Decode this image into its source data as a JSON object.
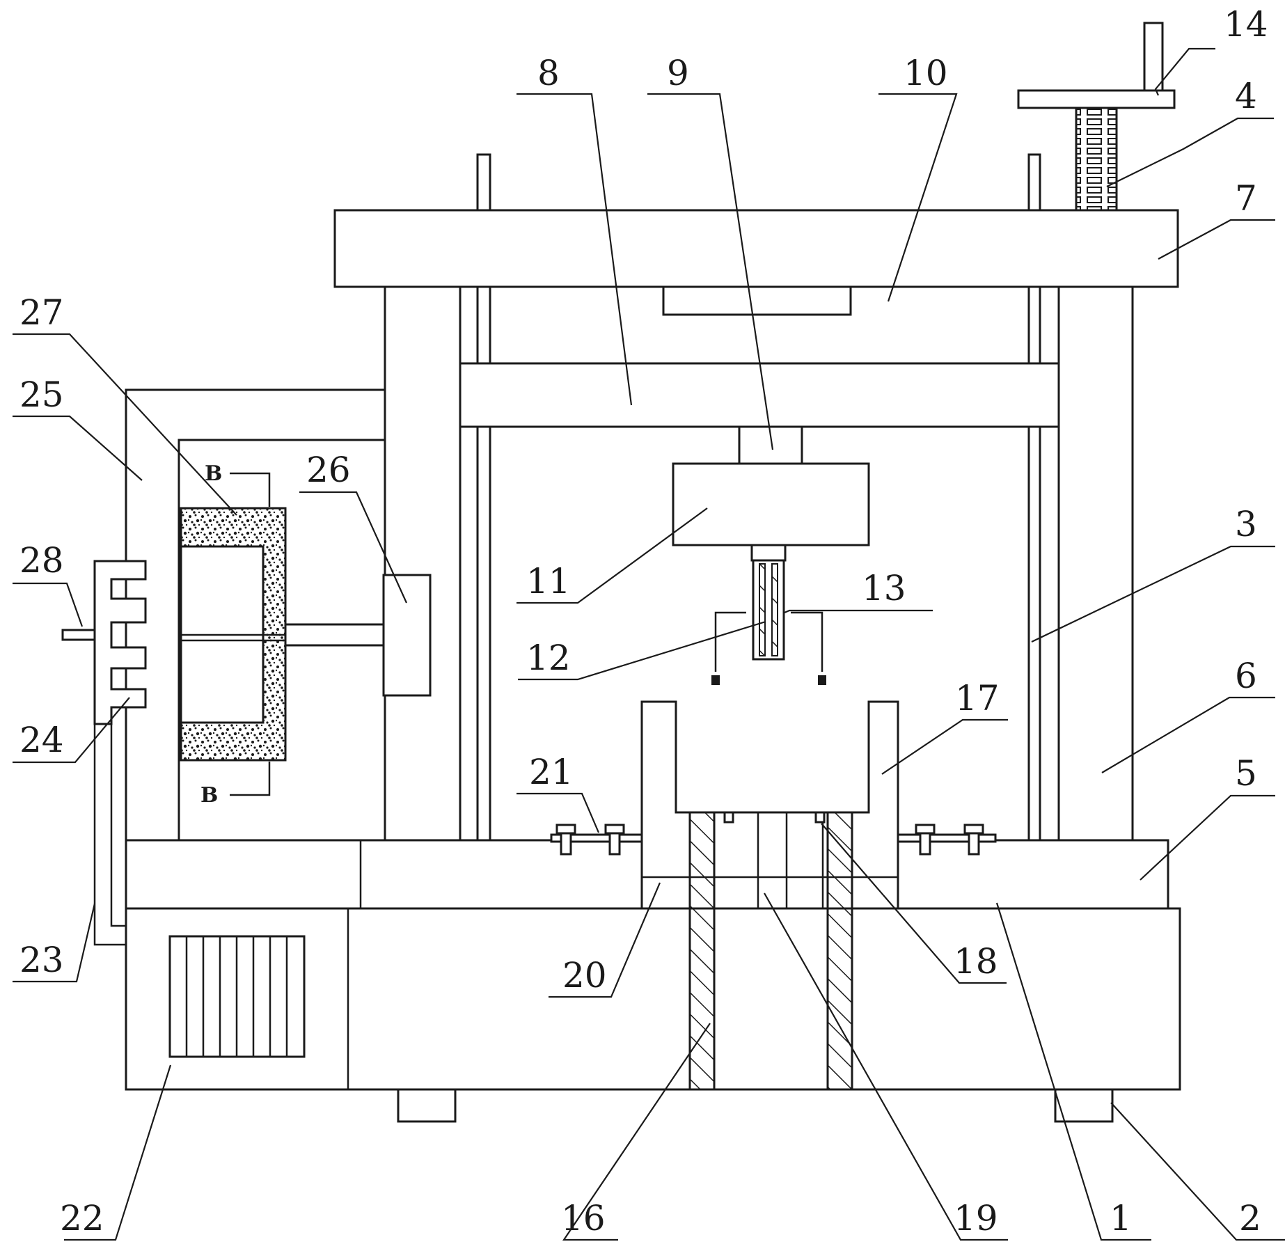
{
  "labels": {
    "l1": "1",
    "l2": "2",
    "l3": "3",
    "l4": "4",
    "l5": "5",
    "l6": "6",
    "l7": "7",
    "l8": "8",
    "l9": "9",
    "l10": "10",
    "l11": "11",
    "l12": "12",
    "l13": "13",
    "l14": "14",
    "l16": "16",
    "l17": "17",
    "l18": "18",
    "l19": "19",
    "l20": "20",
    "l21": "21",
    "l22": "22",
    "l23": "23",
    "l24": "24",
    "l25": "25",
    "l26": "26",
    "l27": "27",
    "l28": "28"
  },
  "section_marks": {
    "top": "B",
    "bottom": "B"
  }
}
